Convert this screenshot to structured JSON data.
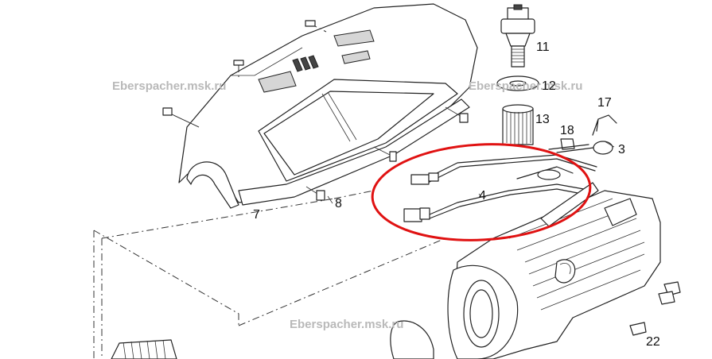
{
  "watermarks": [
    "Eberspacher.msk.ru",
    "Eberspacher.msk.ru",
    "Eberspacher.msk.ru"
  ],
  "part_labels": [
    "11",
    "12",
    "13",
    "17",
    "18",
    "3",
    "4",
    "7",
    "8",
    "22"
  ],
  "colors": {
    "highlight_ellipse": "#e01212",
    "line_art": "#222222",
    "watermark": "#b9b9b9"
  }
}
